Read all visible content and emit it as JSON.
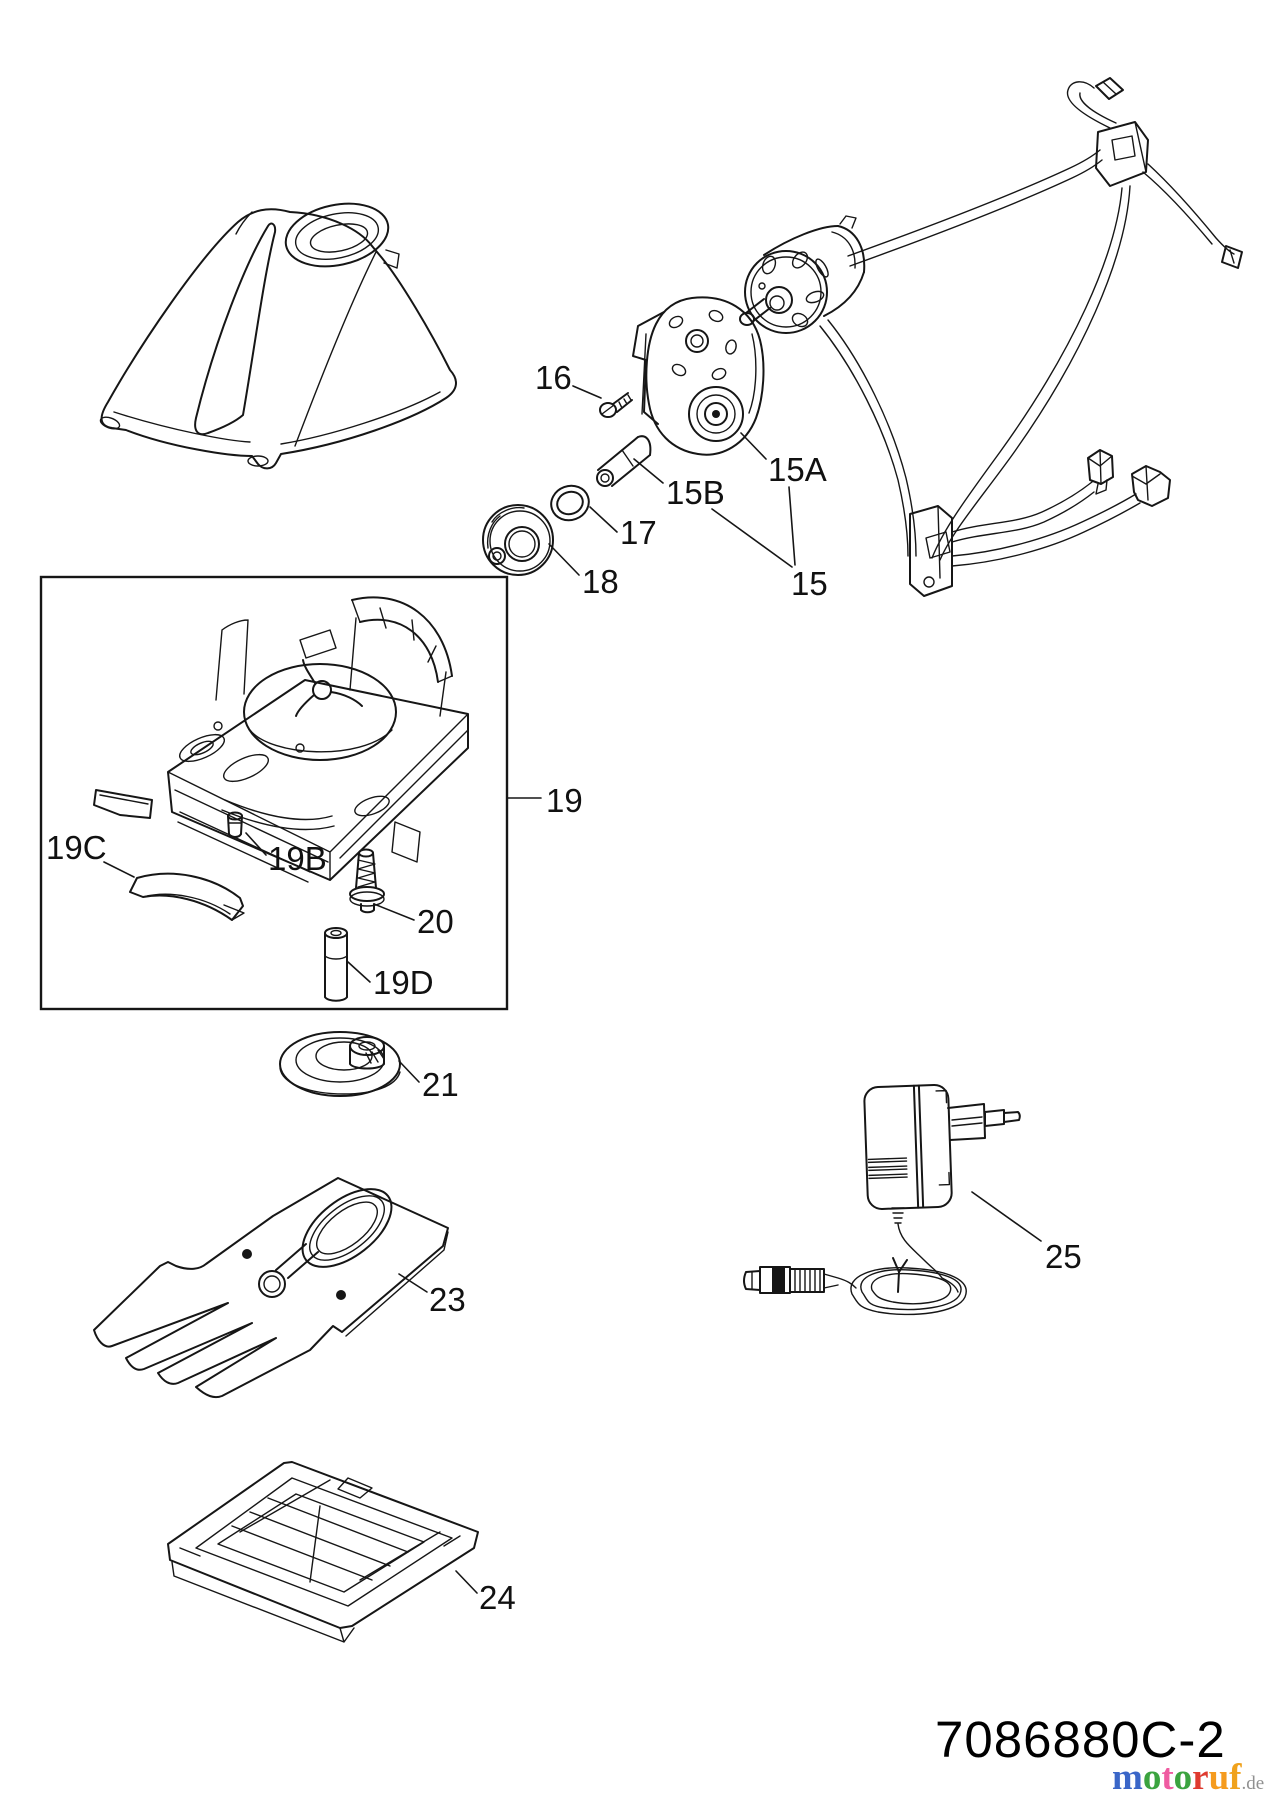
{
  "diagram": {
    "background": "#ffffff",
    "line_color": "#161616",
    "labels": {
      "n15": "15",
      "n15A": "15A",
      "n15B": "15B",
      "n16": "16",
      "n17": "17",
      "n18": "18",
      "n19": "19",
      "n19B": "19B",
      "n19C": "19C",
      "n19D": "19D",
      "n20": "20",
      "n21": "21",
      "n23": "23",
      "n24": "24",
      "n25": "25"
    }
  },
  "footer": {
    "part_number": "7086880C-2",
    "watermark": {
      "letters": [
        {
          "ch": "m",
          "color": "#3a66c8"
        },
        {
          "ch": "o",
          "color": "#3ba33f"
        },
        {
          "ch": "t",
          "color": "#ef5ba1"
        },
        {
          "ch": "o",
          "color": "#3ba33f"
        },
        {
          "ch": "r",
          "color": "#df3b2f"
        },
        {
          "ch": "u",
          "color": "#f59b1e"
        },
        {
          "ch": "f",
          "color": "#f0a21c"
        }
      ],
      "suffix": {
        "text": ".de",
        "color": "#909090"
      }
    }
  }
}
